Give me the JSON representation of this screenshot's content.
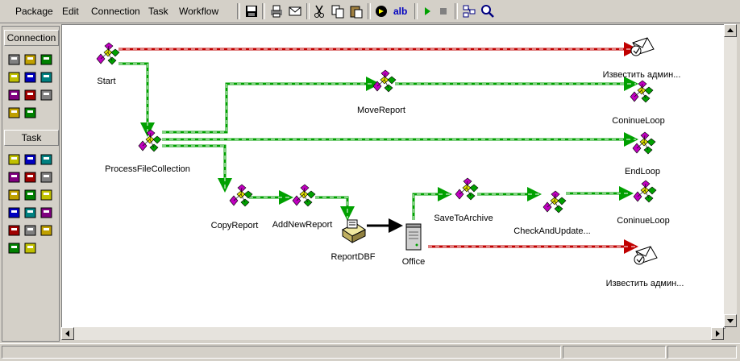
{
  "menu": {
    "package": "Package",
    "edit": "Edit",
    "connection": "Connection",
    "task": "Task",
    "workflow": "Workflow"
  },
  "toolbar": {
    "icons": [
      "save-icon",
      "print-icon",
      "mail-icon",
      "cut-icon",
      "copy-icon",
      "paste-icon",
      "package-properties-icon",
      "text-format-icon",
      "run-icon",
      "stop-icon",
      "layout-icon",
      "zoom-icon"
    ],
    "text_format_label": "alb"
  },
  "palette": {
    "connection_header": "Connection",
    "task_header": "Task"
  },
  "nodes": {
    "start": "Start",
    "notify_top": "Известить админ...",
    "move_report": "MoveReport",
    "continue_loop_1": "ConinueLoop",
    "process_file_collection": "ProcessFileCollection",
    "end_loop": "EndLoop",
    "copy_report": "CopyReport",
    "add_new_report": "AddNewReport",
    "report_dbf": "ReportDBF",
    "office": "Office",
    "save_to_archive": "SaveToArchive",
    "check_and_update": "CheckAndUpdate...",
    "continue_loop_2": "ConinueLoop",
    "notify_bottom": "Известить админ..."
  },
  "colors": {
    "success": "#00a000",
    "failure": "#c00000",
    "node_magenta": "#c000c0",
    "node_green": "#00a000",
    "node_yellow": "#e0e000"
  }
}
